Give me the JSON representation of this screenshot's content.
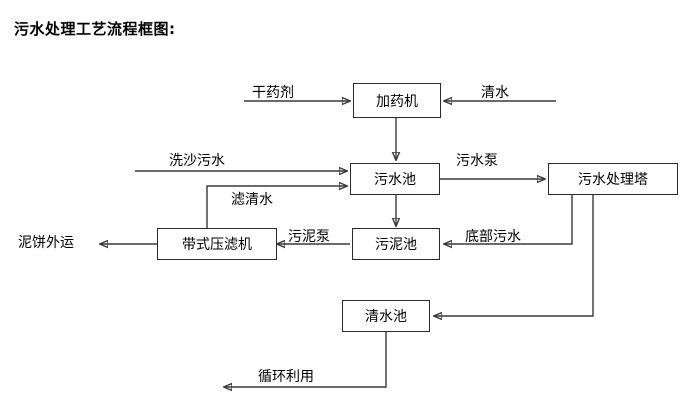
{
  "title": "污水处理工艺流程框图:",
  "nodes": {
    "dosing_machine": "加药机",
    "wastewater_pool": "污水池",
    "treatment_tower": "污水处理塔",
    "sludge_pool": "污泥池",
    "belt_filter_press": "带式压滤机",
    "clean_water_pool": "清水池"
  },
  "labels": {
    "dry_chemical": "干药剂",
    "clean_water_in": "清水",
    "sand_wash_wastewater": "洗沙污水",
    "filtered_clear_water": "滤清水",
    "wastewater_pump": "污水泵",
    "sludge_pump": "污泥泵",
    "bottom_wastewater": "底部污水",
    "mud_cake_out": "泥饼外运",
    "recycle_reuse": "循环利用"
  },
  "colors": {
    "line": "#3a3a3a",
    "box_border": "#2b2b2b",
    "text": "#000000",
    "background": "#ffffff"
  }
}
